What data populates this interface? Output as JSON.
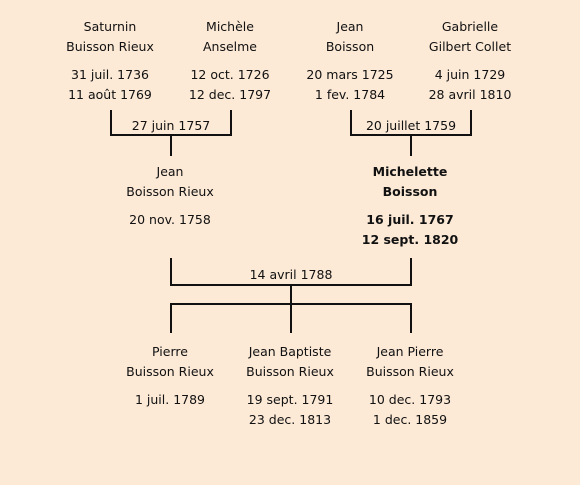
{
  "people": {
    "saturnin": {
      "first": "Saturnin",
      "last": "Buisson Rieux",
      "birth": "31 juil. 1736",
      "death": "11 août 1769"
    },
    "michele": {
      "first": "Michèle",
      "last": "Anselme",
      "birth": "12 oct. 1726",
      "death": "12 dec. 1797"
    },
    "jean_sr": {
      "first": "Jean",
      "last": "Boisson",
      "birth": "20 mars 1725",
      "death": "1 fev. 1784"
    },
    "gabrielle": {
      "first": "Gabrielle",
      "last": "Gilbert Collet",
      "birth": "4 juin 1729",
      "death": "28 avril 1810"
    },
    "jean": {
      "first": "Jean",
      "last": "Boisson Rieux",
      "birth": "20 nov. 1758",
      "death": ""
    },
    "michelette": {
      "first": "Michelette",
      "last": "Boisson",
      "birth": "16 juil. 1767",
      "death": "12 sept. 1820"
    },
    "pierre": {
      "first": "Pierre",
      "last": "Buisson Rieux",
      "birth": "1 juil. 1789",
      "death": ""
    },
    "jean_baptiste": {
      "first": "Jean Baptiste",
      "last": "Buisson Rieux",
      "birth": "19 sept. 1791",
      "death": "23 dec. 1813"
    },
    "jean_pierre": {
      "first": "Jean Pierre",
      "last": "Buisson Rieux",
      "birth": "10 dec. 1793",
      "death": "1 dec. 1859"
    }
  },
  "marriages": {
    "left_grandparents": "27 juin 1757",
    "right_grandparents": "20 juillet 1759",
    "parents": "14 avril 1788"
  }
}
